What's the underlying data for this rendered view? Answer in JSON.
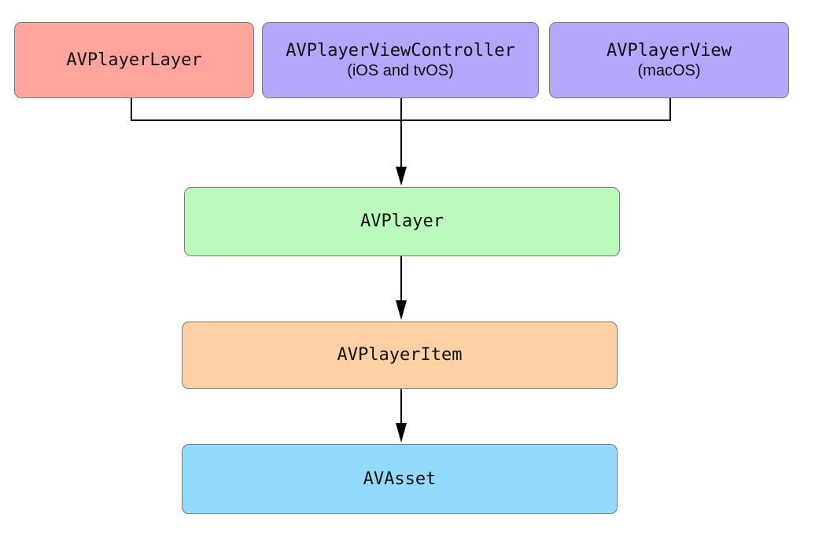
{
  "diagram": {
    "nodes": {
      "player_layer": {
        "title": "AVPlayerLayer",
        "color": "#ffa59b"
      },
      "player_view_controller": {
        "title": "AVPlayerViewController",
        "subtitle": "(iOS and tvOS)",
        "color": "#b3a6fb"
      },
      "player_view": {
        "title": "AVPlayerView",
        "subtitle": "(macOS)",
        "color": "#b3a6fb"
      },
      "player": {
        "title": "AVPlayer",
        "color": "#baf9bb"
      },
      "player_item": {
        "title": "AVPlayerItem",
        "color": "#fed0a4"
      },
      "asset": {
        "title": "AVAsset",
        "color": "#94dafc"
      }
    },
    "edges": [
      {
        "from": "AVPlayerLayer",
        "to": "AVPlayer"
      },
      {
        "from": "AVPlayerViewController",
        "to": "AVPlayer"
      },
      {
        "from": "AVPlayerView",
        "to": "AVPlayer"
      },
      {
        "from": "AVPlayer",
        "to": "AVPlayerItem"
      },
      {
        "from": "AVPlayerItem",
        "to": "AVAsset"
      }
    ],
    "connector_color": "#000000",
    "border_color": "#7a7a7a"
  }
}
